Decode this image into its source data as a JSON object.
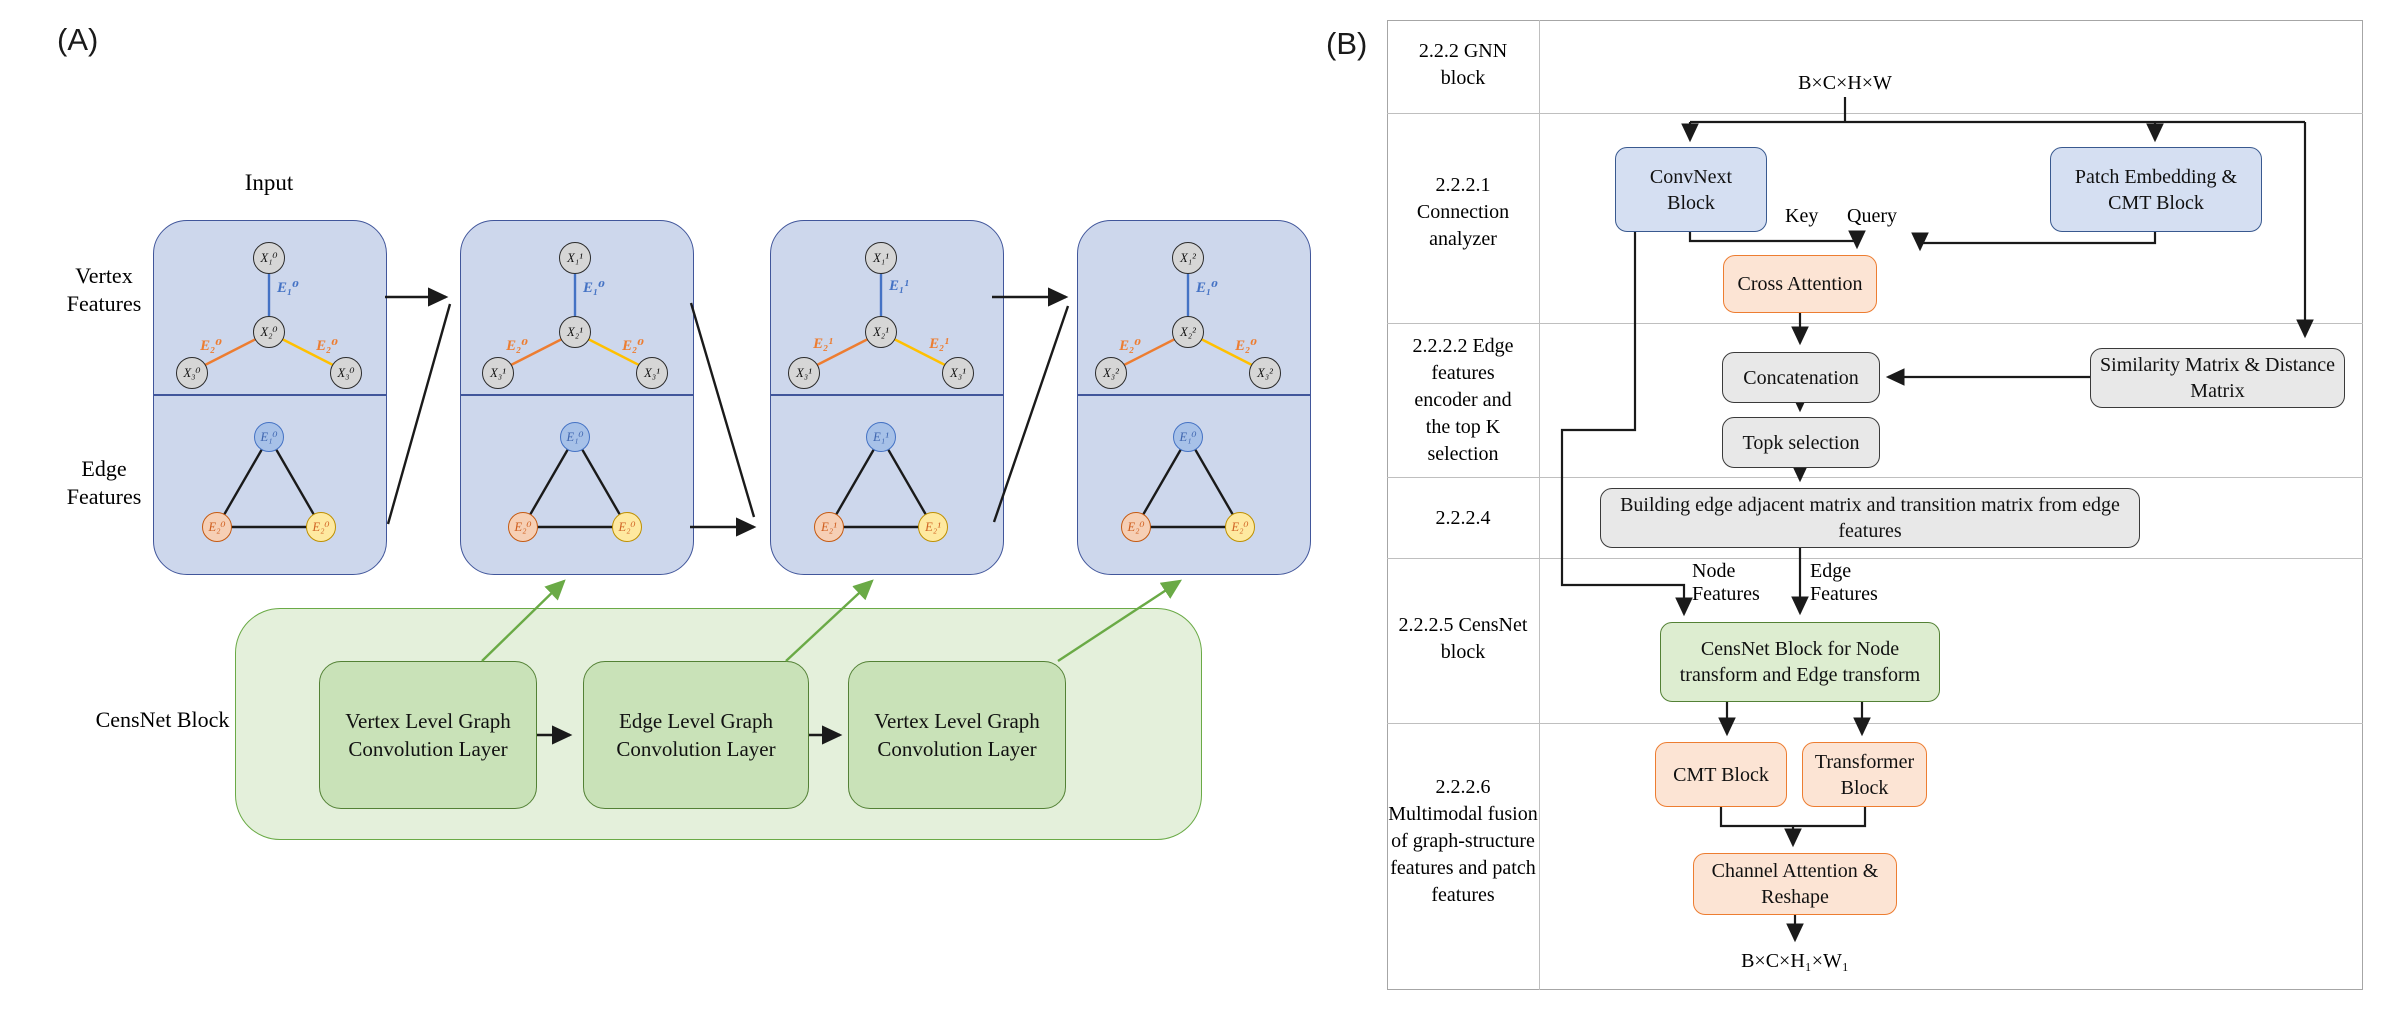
{
  "panelA": {
    "label": "(A)",
    "input_label": "Input",
    "vertex_features_label": "Vertex Features",
    "edge_features_label": "Edge Features",
    "censnet_block_label": "CensNet Block",
    "graphs": [
      {
        "x1": "X₁⁰",
        "x2": "X₂⁰",
        "x3l": "X₃⁰",
        "x3r": "X₃⁰",
        "e1": "E₁⁰",
        "e2l": "E₂⁰",
        "e2r": "E₂⁰",
        "t1": "E₁⁰",
        "t2l": "E₂⁰",
        "t2r": "E₂⁰"
      },
      {
        "x1": "X₁¹",
        "x2": "X₂¹",
        "x3l": "X₃¹",
        "x3r": "X₃¹",
        "e1": "E₁⁰",
        "e2l": "E₂⁰",
        "e2r": "E₂⁰",
        "t1": "E₁⁰",
        "t2l": "E₂⁰",
        "t2r": "E₂⁰"
      },
      {
        "x1": "X₁¹",
        "x2": "X₂¹",
        "x3l": "X₃¹",
        "x3r": "X₃¹",
        "e1": "E₁¹",
        "e2l": "E₂¹",
        "e2r": "E₂¹",
        "t1": "E₁¹",
        "t2l": "E₂¹",
        "t2r": "E₂¹"
      },
      {
        "x1": "X₁²",
        "x2": "X₂²",
        "x3l": "X₃²",
        "x3r": "X₃²",
        "e1": "E₁⁰",
        "e2l": "E₂⁰",
        "e2r": "E₂⁰",
        "t1": "E₁⁰",
        "t2l": "E₂⁰",
        "t2r": "E₂⁰"
      }
    ],
    "conv_layers": [
      "Vertex Level Graph Convolution Layer",
      "Edge Level Graph Convolution Layer",
      "Vertex Level Graph Convolution Layer"
    ]
  },
  "panelB": {
    "label": "(B)",
    "rows": [
      "2.2.2 GNN block",
      "2.2.2.1 Connection analyzer",
      "2.2.2.2 Edge features encoder and the top K selection",
      "2.2.2.4",
      "2.2.2.5 CensNet block",
      "2.2.2.6 Multimodal fusion of graph-structure features and patch features"
    ],
    "input_shape": "B×C×H×W",
    "output_shape": "B×C×H₁×W₁",
    "key_label": "Key",
    "query_label": "Query",
    "node_features_label": "Node Features",
    "edge_features_label": "Edge Features",
    "blocks": {
      "convnext": "ConvNext Block",
      "patch": "Patch Embedding & CMT Block",
      "cross": "Cross Attention",
      "concat": "Concatenation",
      "similarity": "Similarity Matrix & Distance Matrix",
      "topk": "Topk selection",
      "building": "Building edge adjacent matrix and transition matrix from edge features",
      "censnet": "CensNet Block for Node transform and Edge transform",
      "cmt": "CMT Block",
      "transformer": "Transformer Block",
      "channel": "Channel Attention & Reshape"
    }
  },
  "colors": {
    "box-blue": "#cdd7ec",
    "box-border": "#41569b",
    "node-gray": "#d6d6d6",
    "edge-blue": "#4472c4",
    "edge-orange": "#ed7d31",
    "edge-yellow": "#ffc000",
    "tri-blue": "#a7c1e8",
    "tri-salmon": "#f6cfb5",
    "tri-yellow": "#fee9a0",
    "green-fill": "#e4f0db",
    "green-box": "#c9e2b8",
    "green-border": "#6aaa46",
    "b-blue": "#d5dff2",
    "b-orange": "#fce4d4",
    "b-gray": "#e8e8e8",
    "b-green": "#ddedd0"
  }
}
